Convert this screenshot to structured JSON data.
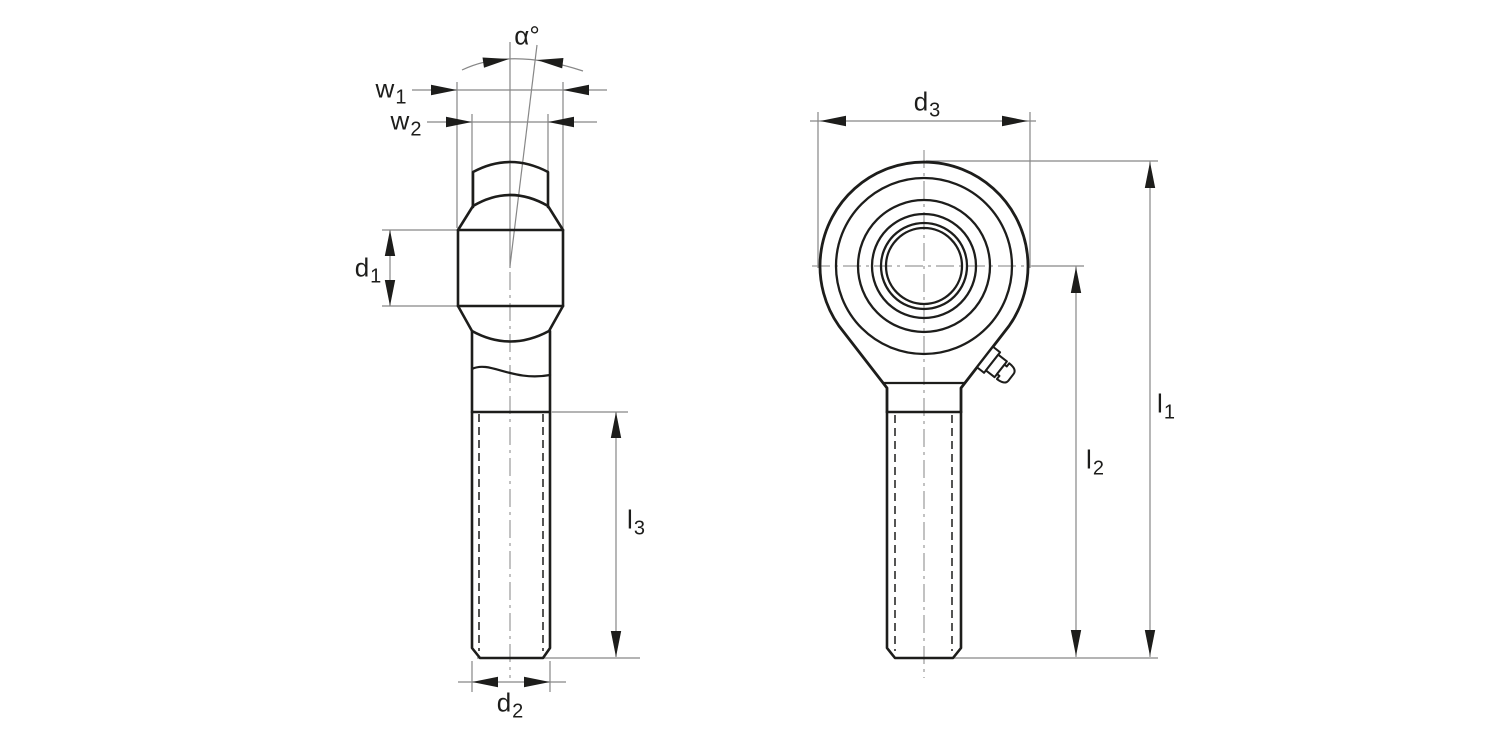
{
  "diagram": {
    "labels": {
      "alpha": {
        "text": "α°"
      },
      "w1": {
        "base": "w",
        "sub": "1"
      },
      "w2": {
        "base": "w",
        "sub": "2"
      },
      "d1": {
        "base": "d",
        "sub": "1"
      },
      "d2": {
        "base": "d",
        "sub": "2"
      },
      "d3": {
        "base": "d",
        "sub": "3"
      },
      "l1": {
        "base": "l",
        "sub": "1"
      },
      "l2": {
        "base": "l",
        "sub": "2"
      },
      "l3": {
        "base": "l",
        "sub": "3"
      }
    },
    "colors": {
      "background": "#ffffff",
      "outline": "#1d1d1b",
      "dimension_line": "#878787",
      "centerline": "#9a9a9a",
      "arrow": "#1d1d1b"
    }
  }
}
